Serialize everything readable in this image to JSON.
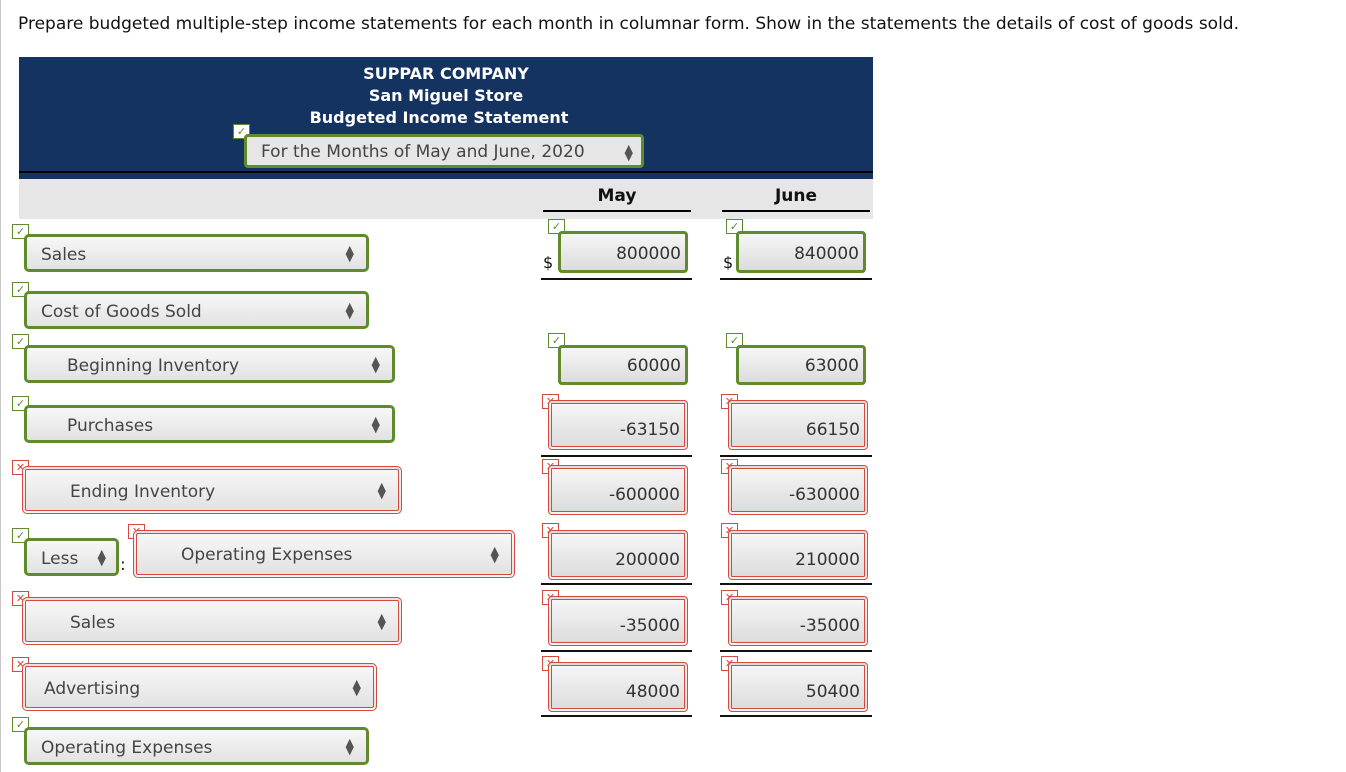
{
  "instruction": "Prepare budgeted multiple-step income statements for each month in columnar form. Show in the statements the details of cost of goods sold.",
  "header": {
    "company": "SUPPAR COMPANY",
    "store": "San Miguel Store",
    "statement": "Budgeted Income Statement",
    "period": "For the Months of May and June, 2020"
  },
  "columns": {
    "may": "May",
    "june": "June"
  },
  "currency_symbol": "$",
  "rows": {
    "sales": {
      "label": "Sales",
      "may": "800000",
      "june": "840000"
    },
    "cogs": {
      "label": "Cost of Goods Sold"
    },
    "beg_inv": {
      "label": "Beginning Inventory",
      "may": "60000",
      "june": "63000"
    },
    "purchases": {
      "label": "Purchases",
      "may": "-63150",
      "june": "66150"
    },
    "end_inv": {
      "label": "Ending Inventory",
      "may": "-600000",
      "june": "-630000"
    },
    "less": {
      "prefix": "Less",
      "colon": ":",
      "label": "Operating Expenses",
      "may": "200000",
      "june": "210000"
    },
    "sales2": {
      "label": "Sales",
      "may": "-35000",
      "june": "-35000"
    },
    "advertising": {
      "label": "Advertising",
      "may": "48000",
      "june": "50400"
    },
    "opex": {
      "label": "Operating Expenses"
    }
  },
  "marks": {
    "correct": "✓",
    "incorrect": "✕"
  },
  "colors": {
    "header_bg": "#143361",
    "correct": "#5f8a2e",
    "incorrect": "#d64a3e"
  }
}
